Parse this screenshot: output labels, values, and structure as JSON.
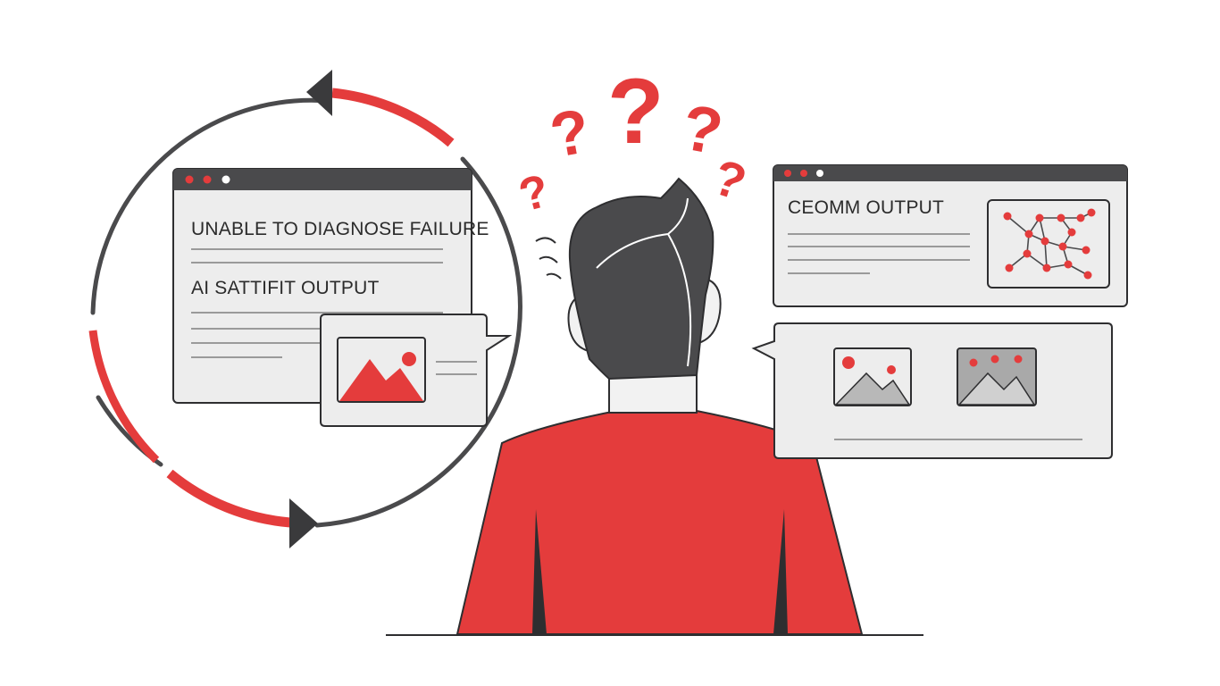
{
  "colors": {
    "accent": "#e43c3c",
    "dark": "#4a4a4c",
    "outline": "#2e2e30",
    "panel": "#ededed",
    "titlebar": "#4a4a4c",
    "skin": "#f2f2f2"
  },
  "left_window": {
    "heading": "UNABLE TO DIAGNOSE FAILURE",
    "subheading": "AI SATTIFIT OUTPUT"
  },
  "right_window": {
    "heading": "CEOMM OUTPUT"
  },
  "icons": [
    "window-dots-icon",
    "mountain-image-icon",
    "network-graph-icon",
    "question-mark-icon",
    "cycle-arrow-icon"
  ]
}
